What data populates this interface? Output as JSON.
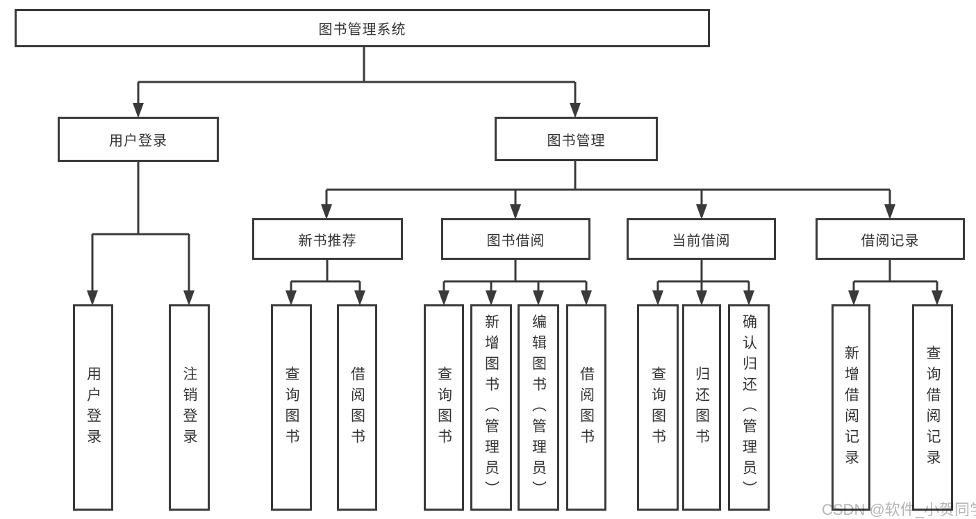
{
  "diagram": {
    "tree": {
      "label": "图书管理系统",
      "children": [
        {
          "label": "用户登录",
          "children": [
            {
              "label": "用户登录"
            },
            {
              "label": "注销登录"
            }
          ]
        },
        {
          "label": "图书管理",
          "children": [
            {
              "label": "新书推荐",
              "children": [
                {
                  "label": "查询图书"
                },
                {
                  "label": "借阅图书"
                }
              ]
            },
            {
              "label": "图书借阅",
              "children": [
                {
                  "label": "查询图书"
                },
                {
                  "label": "新增图书（管理员）"
                },
                {
                  "label": "编辑图书（管理员）"
                },
                {
                  "label": "借阅图书"
                }
              ]
            },
            {
              "label": "当前借阅",
              "children": [
                {
                  "label": "查询图书"
                },
                {
                  "label": "归还图书"
                },
                {
                  "label": "确认归还（管理员）"
                }
              ]
            },
            {
              "label": "借阅记录",
              "children": [
                {
                  "label": "新增借阅记录"
                },
                {
                  "label": "查询借阅记录"
                }
              ]
            }
          ]
        }
      ]
    }
  },
  "watermark": {
    "text": "CSDN @软件_小贺同学"
  },
  "colors": {
    "line": "#3a3a3a",
    "text": "#333333",
    "watermark": "#b5b5b5",
    "background": "#ffffff"
  }
}
